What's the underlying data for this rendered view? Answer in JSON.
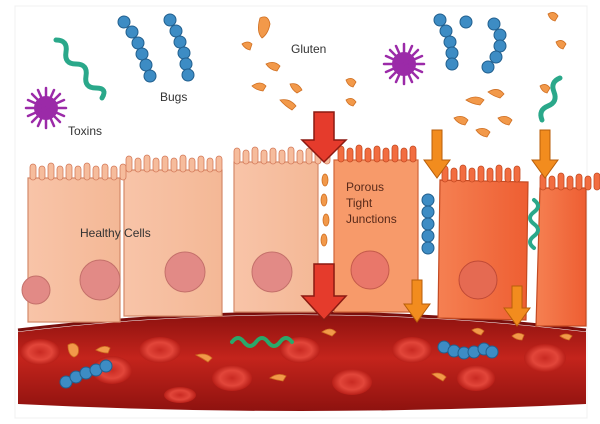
{
  "labels": {
    "gluten": "Gluten",
    "bugs": "Bugs",
    "toxins": "Toxins",
    "healthy_cells": "Healthy Cells",
    "porous_line1": "Porous",
    "porous_line2": "Tight",
    "porous_line3": "Junctions"
  },
  "colors": {
    "healthy_cell": "#f7c3a6",
    "inflamed_cell": "#f26b3c",
    "nucleus": "#e28a86",
    "blood_vessel": "#b31d18",
    "blood_cell": "#d93a30",
    "bug_blue": "#3d8cc4",
    "gluten_orange": "#f2994a",
    "toxin_green": "#2aa88a",
    "toxin_purple": "#9b2aa8",
    "arrow_red": "#e53b2c",
    "arrow_orange": "#f28c1e"
  }
}
